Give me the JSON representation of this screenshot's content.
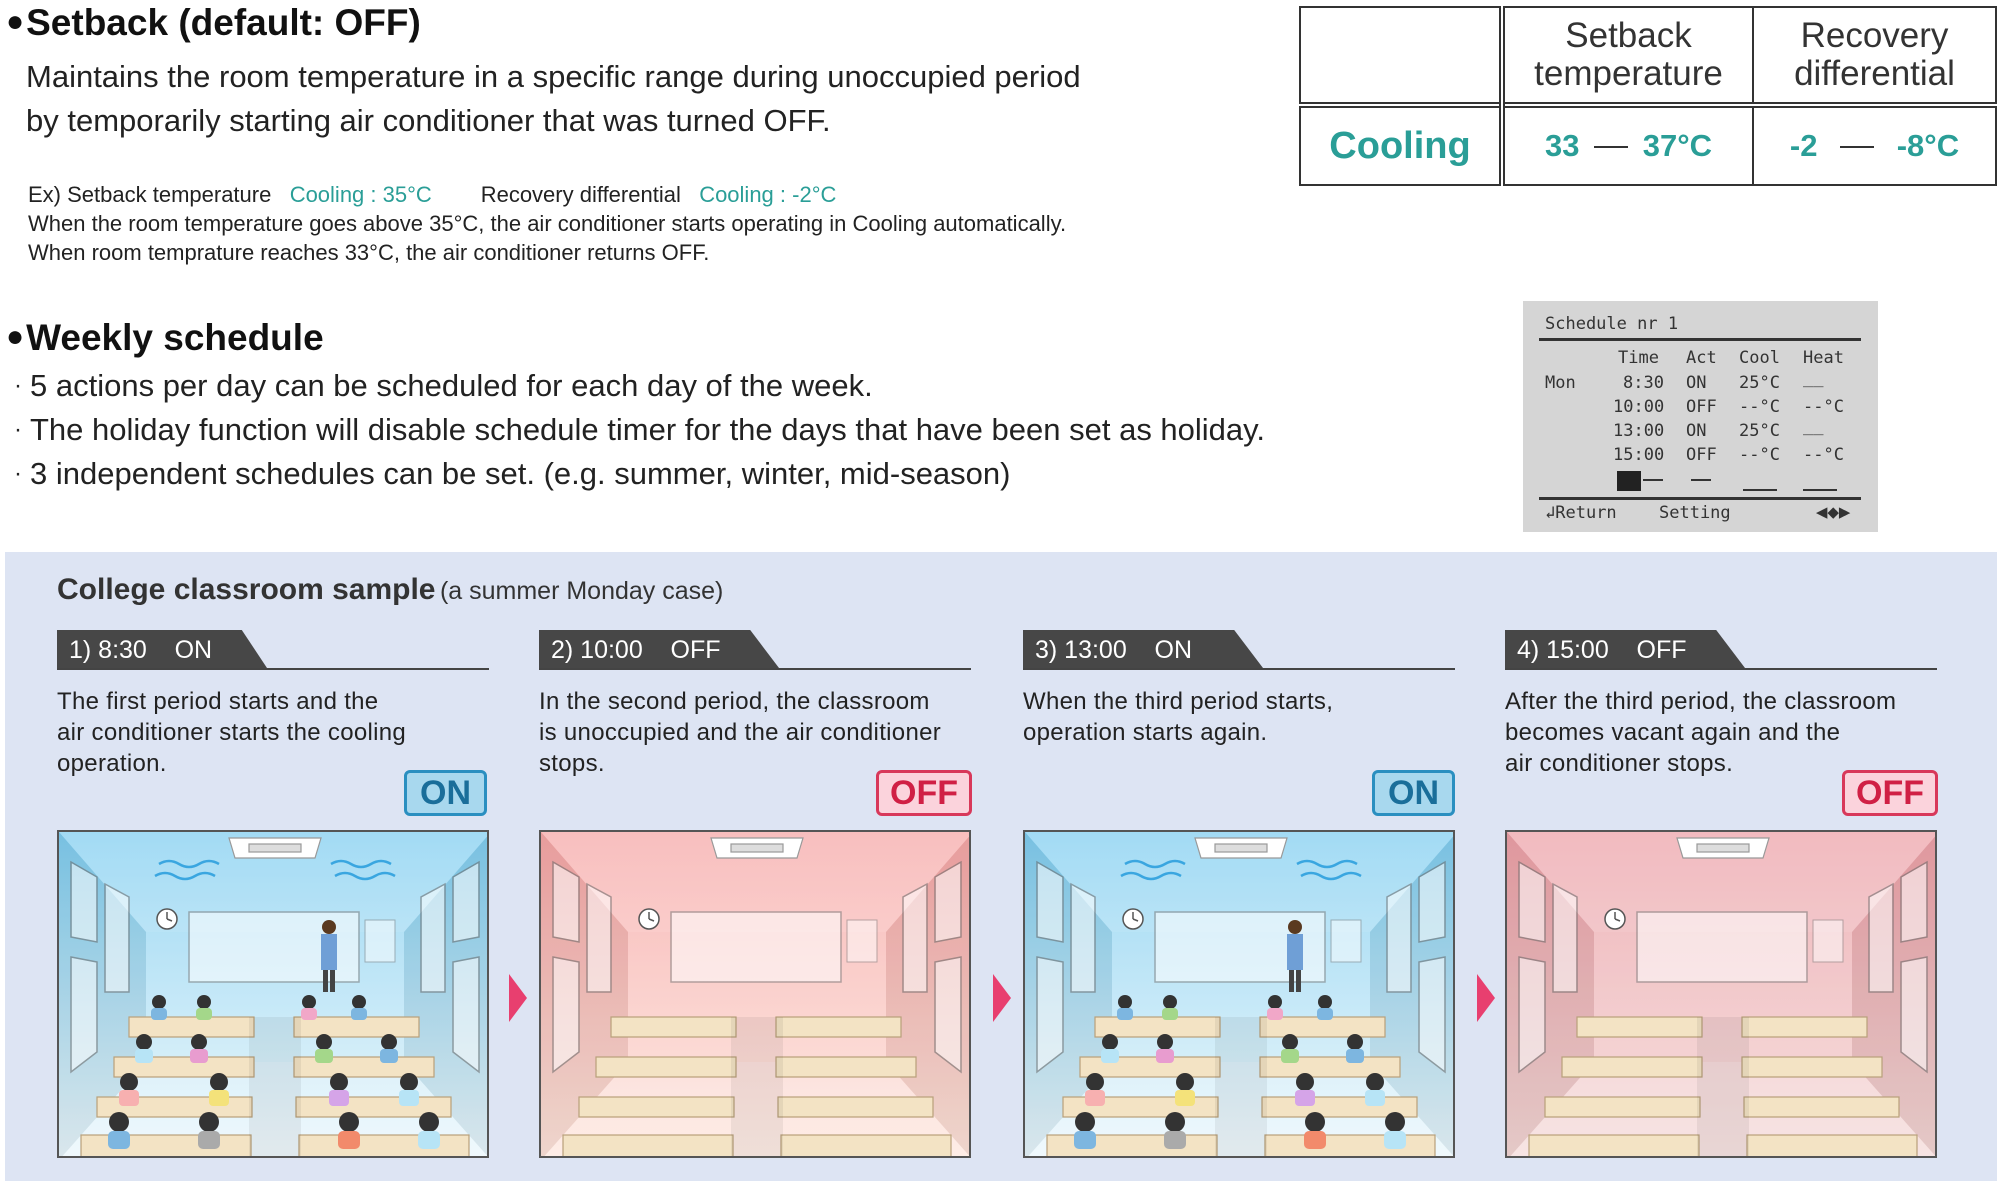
{
  "setback": {
    "title": "Setback (default: OFF)",
    "desc_line1": "Maintains the room temperature in a specific range during unoccupied period",
    "desc_line2": "by temporarily starting air conditioner that was turned OFF.",
    "ex_prefix": "Ex) Setback temperature",
    "ex_cooling_1": "Cooling : 35°C",
    "ex_mid": "Recovery differential",
    "ex_cooling_2": "Cooling : -2°C",
    "ex_line2": "When the room temperature goes above 35°C, the air conditioner starts operating in Cooling automatically.",
    "ex_line3": "When room temprature reaches 33°C, the air conditioner returns OFF."
  },
  "setback_table": {
    "col1_l1": "Setback",
    "col1_l2": "temperature",
    "col2_l1": "Recovery",
    "col2_l2": "differential",
    "row_label": "Cooling",
    "temp_low": "33",
    "temp_high": "37°C",
    "diff_low": "-2",
    "diff_high": "-8°C"
  },
  "weekly": {
    "title": "Weekly schedule",
    "bullets": [
      "5 actions per day can be scheduled for each day of the week.",
      "The holiday function will disable schedule timer for the days that have been set  as holiday.",
      "3 independent schedules can be set. (e.g. summer, winter, mid-season)"
    ]
  },
  "lcd": {
    "header": "Schedule nr 1",
    "col_time": "Time",
    "col_act": "Act",
    "col_cool": "Cool",
    "col_heat": "Heat",
    "day": "Mon",
    "rows": [
      {
        "time": "8:30",
        "act": "ON",
        "cool": "25°C",
        "heat": "__"
      },
      {
        "time": "10:00",
        "act": "OFF",
        "cool": "--°C",
        "heat": "--°C"
      },
      {
        "time": "13:00",
        "act": "ON",
        "cool": "25°C",
        "heat": "__"
      },
      {
        "time": "15:00",
        "act": "OFF",
        "cool": "--°C",
        "heat": "--°C"
      }
    ],
    "footer_return": "Return",
    "footer_setting": "Setting"
  },
  "sample": {
    "title": "College classroom sample",
    "subtitle": "(a summer Monday case)",
    "panels": [
      {
        "label": "1) 8:30    ON",
        "text1": "The first period starts and the",
        "text2": "air conditioner starts the cooling",
        "text3": "operation.",
        "badge": "ON"
      },
      {
        "label": "2) 10:00    OFF",
        "text1": "In the second period, the classroom",
        "text2": "is unoccupied and the air conditioner",
        "text3": "stops.",
        "badge": "OFF"
      },
      {
        "label": "3) 13:00    ON",
        "text1": "When the third period starts,",
        "text2": "operation starts again.",
        "text3": "",
        "badge": "ON"
      },
      {
        "label": "4) 15:00    OFF",
        "text1": "After the third period, the classroom",
        "text2": "becomes vacant again and the",
        "text3": "air conditioner stops.",
        "badge": "OFF"
      }
    ]
  },
  "colors": {
    "teal": "#2a9e97",
    "band": "#dde4f3",
    "on_blue": "#2a8fc0",
    "off_red": "#d8385a",
    "arrow": "#e83f6f"
  }
}
